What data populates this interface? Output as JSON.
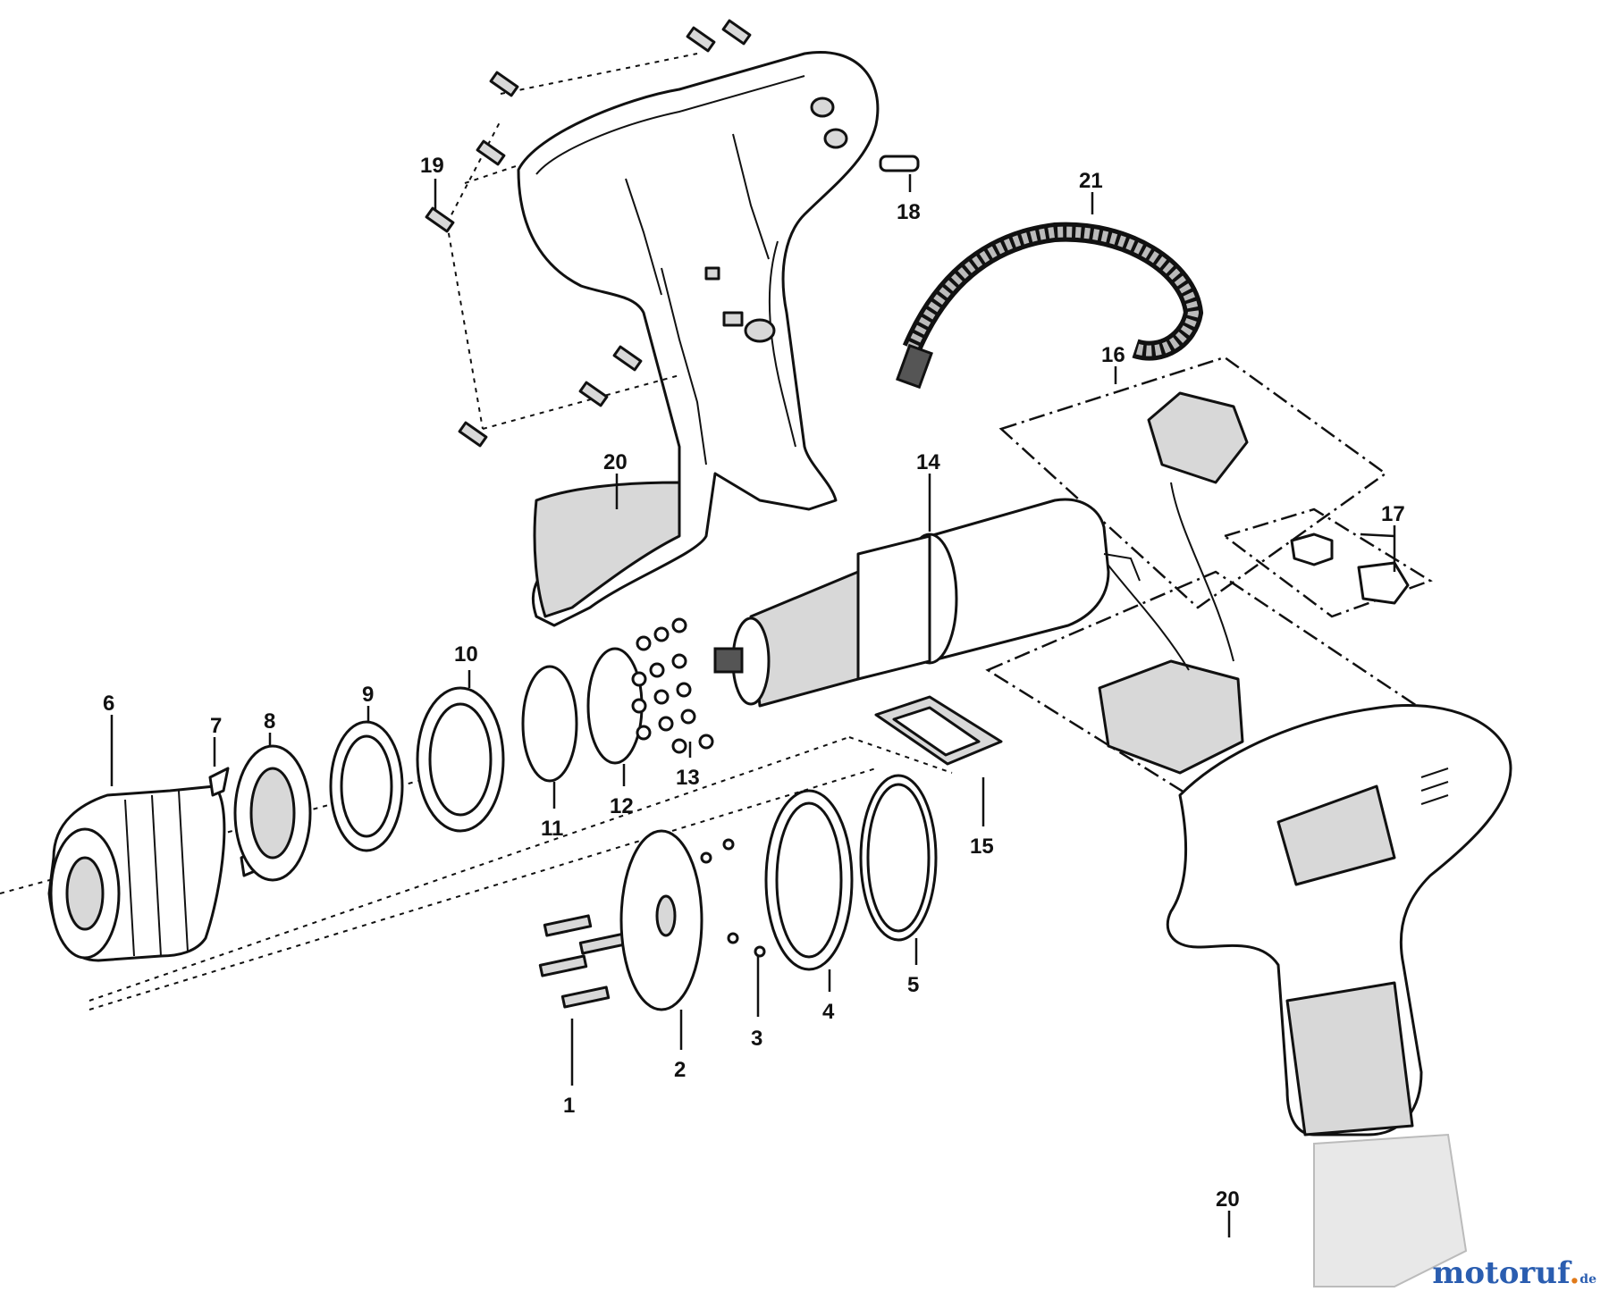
{
  "callouts": {
    "c1": "1",
    "c2": "2",
    "c3": "3",
    "c4": "4",
    "c5": "5",
    "c6": "6",
    "c7": "7",
    "c8": "8",
    "c9": "9",
    "c10": "10",
    "c11": "11",
    "c12": "12",
    "c13": "13",
    "c14": "14",
    "c15": "15",
    "c16": "16",
    "c17": "17",
    "c18": "18",
    "c19": "19",
    "c20a": "20",
    "c20b": "20",
    "c21": "21"
  },
  "watermark": {
    "main": "motoruf",
    "dot": ".",
    "tld": "de"
  },
  "colors": {
    "line": "#111111",
    "watermark_blue": "#2a5db0",
    "watermark_orange": "#e07a1a"
  }
}
